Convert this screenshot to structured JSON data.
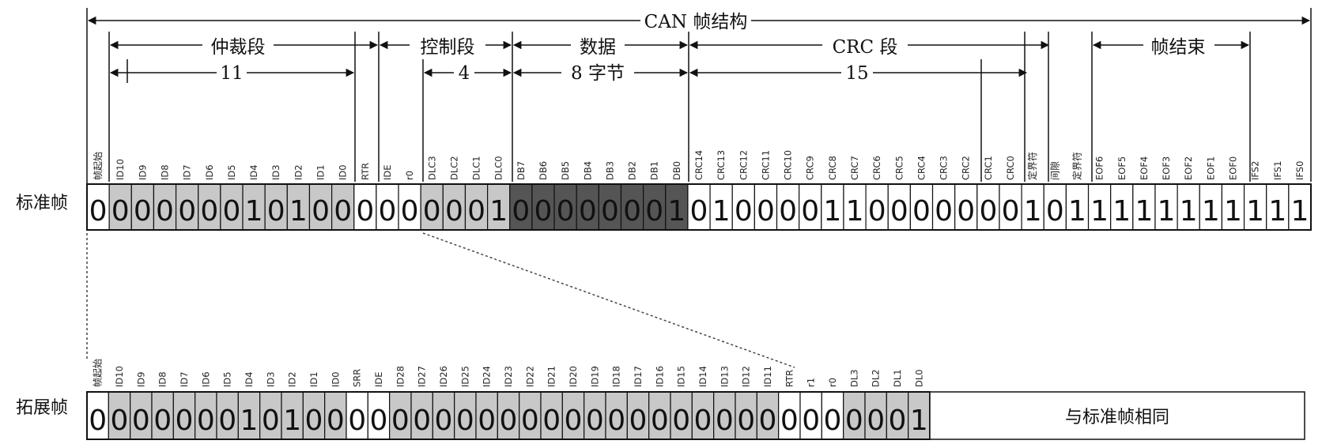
{
  "title": "CAN 帧结构",
  "segments": {
    "arbitration": "仲裁段",
    "arbitration_bits": "11",
    "control": "控制段",
    "control_bits": "4",
    "data": "数据",
    "data_bits": "8 字节",
    "crc": "CRC 段",
    "crc_bits": "15",
    "eof": "帧结束"
  },
  "standard_frame": {
    "label": "标准帧",
    "fields": [
      "帧起始",
      "ID10",
      "ID9",
      "ID8",
      "ID7",
      "ID6",
      "ID5",
      "ID4",
      "ID3",
      "ID2",
      "ID1",
      "ID0",
      "RTR",
      "IDE",
      "r0",
      "DLC3",
      "DLC2",
      "DLC1",
      "DLC0",
      "DB7",
      "DB6",
      "DB5",
      "DB4",
      "DB3",
      "DB2",
      "DB1",
      "DB0",
      "CRC14",
      "CRC13",
      "CRC12",
      "CRC11",
      "CRC10",
      "CRC9",
      "CRC8",
      "CRC7",
      "CRC6",
      "CRC5",
      "CRC4",
      "CRC3",
      "CRC2",
      "CRC1",
      "CRC0",
      "定界符",
      "间隙",
      "定界符",
      "EOF6",
      "EOF5",
      "EOF4",
      "EOF3",
      "EOF2",
      "EOF1",
      "EOF0",
      "IFS2",
      "IFS1",
      "IFS0"
    ],
    "bits": [
      "0",
      "0",
      "0",
      "0",
      "0",
      "0",
      "0",
      "1",
      "0",
      "1",
      "0",
      "0",
      "0",
      "0",
      "0",
      "0",
      "0",
      "0",
      "1",
      "0",
      "0",
      "0",
      "0",
      "0",
      "0",
      "0",
      "1",
      "0",
      "1",
      "0",
      "0",
      "0",
      "0",
      "1",
      "1",
      "0",
      "0",
      "0",
      "0",
      "0",
      "0",
      "0",
      "1",
      "0",
      "1",
      "1",
      "1",
      "1",
      "1",
      "1",
      "1",
      "1",
      "1",
      "1",
      "1"
    ]
  },
  "extended_frame": {
    "label": "拓展帧",
    "fields": [
      "帧起始",
      "ID10",
      "ID9",
      "ID8",
      "ID7",
      "ID6",
      "ID5",
      "ID4",
      "ID3",
      "ID2",
      "ID1",
      "ID0",
      "SRR",
      "IDE",
      "ID28",
      "ID27",
      "ID26",
      "ID25",
      "ID24",
      "ID23",
      "ID22",
      "ID21",
      "ID20",
      "ID19",
      "ID18",
      "ID17",
      "ID16",
      "ID15",
      "ID14",
      "ID13",
      "ID12",
      "ID11",
      "RTR",
      "r1",
      "r0",
      "DL3",
      "DL2",
      "DL1",
      "DL0"
    ],
    "bits": [
      "0",
      "0",
      "0",
      "0",
      "0",
      "0",
      "0",
      "1",
      "0",
      "1",
      "0",
      "0",
      "0",
      "0",
      "0",
      "0",
      "0",
      "0",
      "0",
      "0",
      "0",
      "0",
      "0",
      "0",
      "0",
      "0",
      "0",
      "0",
      "0",
      "0",
      "0",
      "0",
      "0",
      "0",
      "0",
      "0",
      "0",
      "0",
      "1"
    ],
    "remainder": "与标准帧相同"
  },
  "colors": {
    "light_fill": "#c8c8c8",
    "dark_fill": "#555555",
    "line": "#111111"
  }
}
